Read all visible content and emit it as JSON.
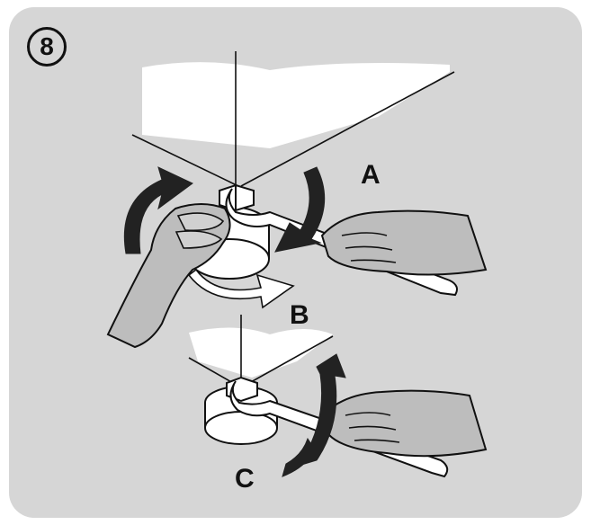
{
  "step": {
    "number": "8"
  },
  "callouts": {
    "a": "A",
    "b": "B",
    "c": "C"
  },
  "colors": {
    "panel": "#d6d6d6",
    "line": "#111111",
    "arrow": "#222222",
    "white": "#ffffff",
    "glove": "#bdbdbd"
  }
}
